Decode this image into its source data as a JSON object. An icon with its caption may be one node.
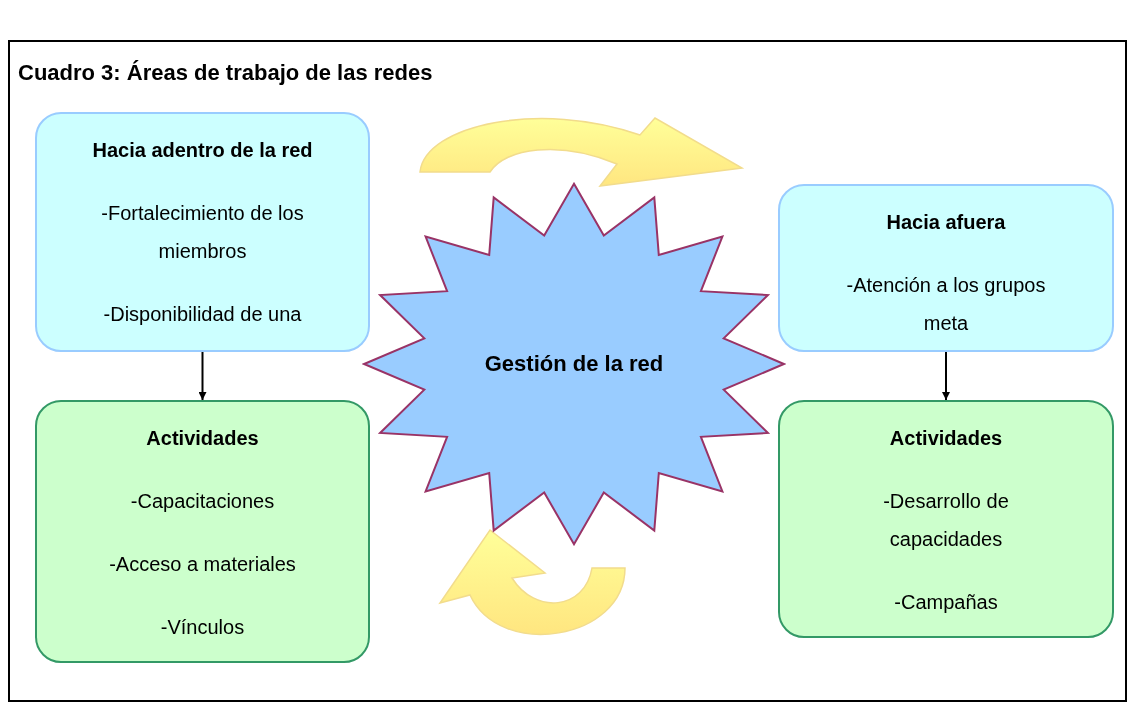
{
  "diagram": {
    "title": "Cuadro 3: Áreas de trabajo de las redes",
    "nodes": [
      {
        "text": [
          "Hacia adentro de la red",
          "-Fortalecimiento de los miembros",
          "-Disponibilidad de una"
        ]
      },
      {
        "text": [
          "Actividades",
          "-Capacitaciones",
          "-Acceso a materiales",
          "-Vínculos"
        ]
      },
      {
        "text": [
          "Gestión de la red"
        ]
      },
      {
        "text": [
          "Hacia afuera",
          "-Atención a los grupos meta"
        ]
      },
      {
        "text": [
          "Actividades",
          "-Desarrollo de capacidades",
          "-Campañas"
        ]
      }
    ],
    "edges": [
      {
        "from": 0,
        "to": 1,
        "arrow": "to"
      },
      {
        "from": 3,
        "to": 4,
        "arrow": "to"
      }
    ]
  }
}
